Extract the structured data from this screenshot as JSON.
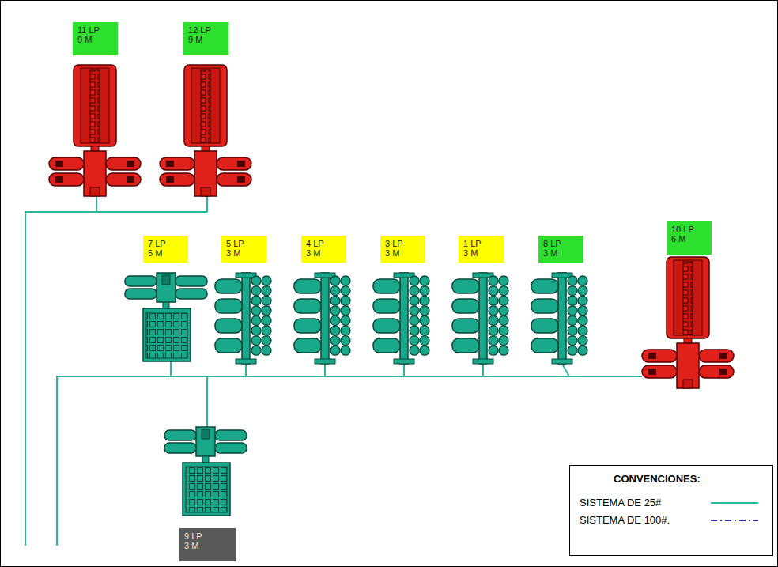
{
  "diagram": {
    "nodes": [
      {
        "text": [
          "11 LP 9 M"
        ]
      },
      {
        "text": [
          "12 LP 9 M"
        ]
      },
      {
        "text": [
          "7 LP 5 M"
        ]
      },
      {
        "text": [
          "5 LP 3 M"
        ]
      },
      {
        "text": [
          "4 LP 3 M"
        ]
      },
      {
        "text": [
          "3 LP 3 M"
        ]
      },
      {
        "text": [
          "1 LP 3 M"
        ]
      },
      {
        "text": [
          "8 LP 3 M"
        ]
      },
      {
        "text": [
          "10 LP 6 M"
        ]
      },
      {
        "text": [
          "9 LP 3 M"
        ]
      }
    ],
    "labels": [
      "CONVENCIONES:"
    ],
    "legend": [
      {
        "text": "SISTEMA DE 25#"
      },
      {
        "text": "SISTEMA DE 100#."
      }
    ]
  }
}
